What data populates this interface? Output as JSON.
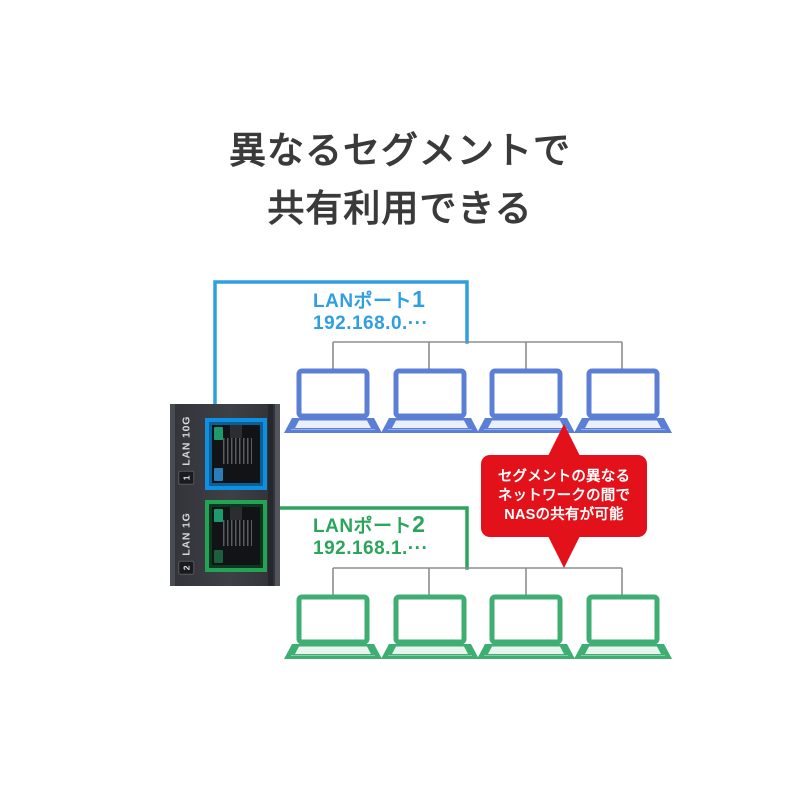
{
  "title": {
    "line1": "異なるセグメントで",
    "line2": "共有利用できる"
  },
  "colors": {
    "blue": "#2f9fe0",
    "blue_port": "#0f8fe0",
    "green": "#2ba55c",
    "green_port": "#23a356",
    "red": "#e3121a",
    "gray_line": "#8b8d91",
    "title_text": "#3a3a3a",
    "laptop_blue": "#5b7fd4",
    "laptop_green": "#3fae72"
  },
  "nas": {
    "port1": {
      "label": "LAN 10G",
      "badge": "1"
    },
    "port2": {
      "label": "LAN 1G",
      "badge": "2"
    }
  },
  "networks": [
    {
      "id": "port1",
      "name": "LANポート",
      "number": "1",
      "ip": "192.168.0.···",
      "color": "#2f9fe0",
      "clients": 4
    },
    {
      "id": "port2",
      "name": "LANポート",
      "number": "2",
      "ip": "192.168.1.···",
      "color": "#2ba55c",
      "clients": 4
    }
  ],
  "callout": {
    "line1": "セグメントの異なる",
    "line2": "ネットワークの間で",
    "line3": "NASの共有が可能",
    "background": "#e3121a",
    "text_color": "#ffffff"
  }
}
